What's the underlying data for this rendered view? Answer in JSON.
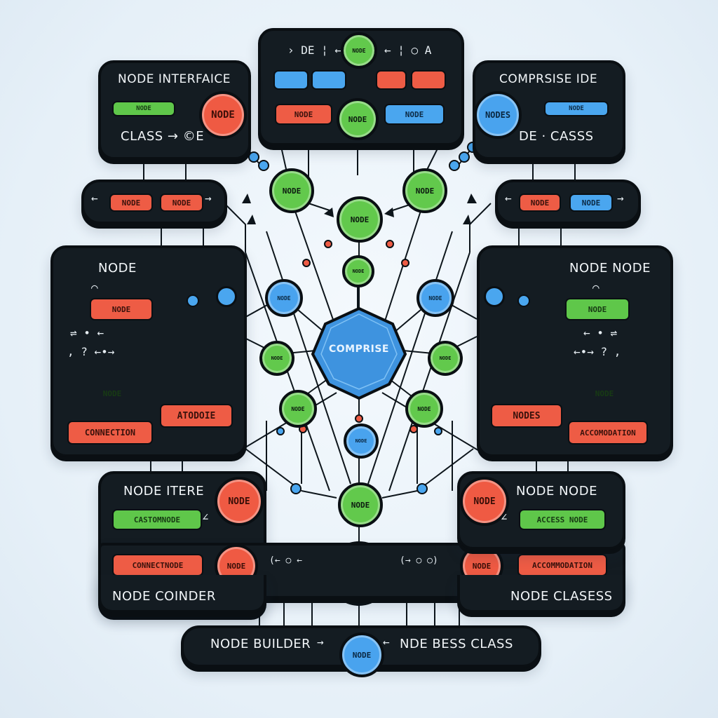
{
  "center": {
    "label": "COMPRISE"
  },
  "panels": {
    "top_center": {
      "title": "› DE ¦ ←",
      "title_right": "← ¦ ○ A",
      "circle_top": "NODE",
      "pill_left": "NODE",
      "circle_bottom": "NODE",
      "pill_right": "NODE"
    },
    "top_left": {
      "title": "NODE INTERFAICE",
      "pill": "NODE",
      "circle": "NODE",
      "bottom": "CLASS → ©E"
    },
    "top_right": {
      "title": "COMPRSISE IDE",
      "circle": "NODES",
      "pill": "NODE",
      "bottom": "DE · CASSS"
    },
    "bar_left": {
      "pill1": "NODE",
      "pill2": "NODE"
    },
    "bar_right": {
      "pill1": "NODE",
      "pill2": "NODE"
    },
    "mid_left": {
      "title": "NODE",
      "pill_top": "NODE",
      "hex": "NODE",
      "pill_bottom1": "ATODOIE",
      "pill_bottom2": "CONNECTION"
    },
    "mid_right": {
      "title": "NODE NODE",
      "pill_top": "NODE",
      "hex": "NODE",
      "pill_bottom1": "NODES",
      "pill_bottom2": "ACCOMODATION"
    },
    "bottom_left": {
      "title": "NODE ITERE",
      "circle": "NODE",
      "pill1": "CASTOMNODE",
      "pill2": "CONNECTNODE",
      "circle2": "NODE",
      "bottom": "NODE COINDER"
    },
    "bottom_right": {
      "title": "NODE NODE",
      "circle": "NODE",
      "pill1": "ACCESS NODE",
      "pill2": "ACCOMMODATION",
      "circle2": "NODE",
      "bottom": "NODE CLASESS"
    },
    "bottom_center_bar": {
      "left": "(← ○ ←",
      "right": "(→ ○ ○)"
    },
    "footer": {
      "left": "NODE BUILDER",
      "circle": "NODE",
      "right": "NDE BESS CLASS"
    }
  },
  "network": {
    "node_a": "NODE",
    "node_b": "NODE",
    "node_c": "NODE",
    "node_d": "NODE",
    "node_e": "NODE",
    "node_f": "NODE",
    "node_g": "NODE",
    "node_h": "NODE",
    "node_i": "NODE",
    "node_j": "NODE",
    "node_k": "NODE",
    "node_l": "NODE",
    "node_m": "NODE"
  },
  "colors": {
    "green": "#5fc74a",
    "red": "#ee5c45",
    "blue": "#4aa6ef",
    "panel": "#141c22"
  }
}
